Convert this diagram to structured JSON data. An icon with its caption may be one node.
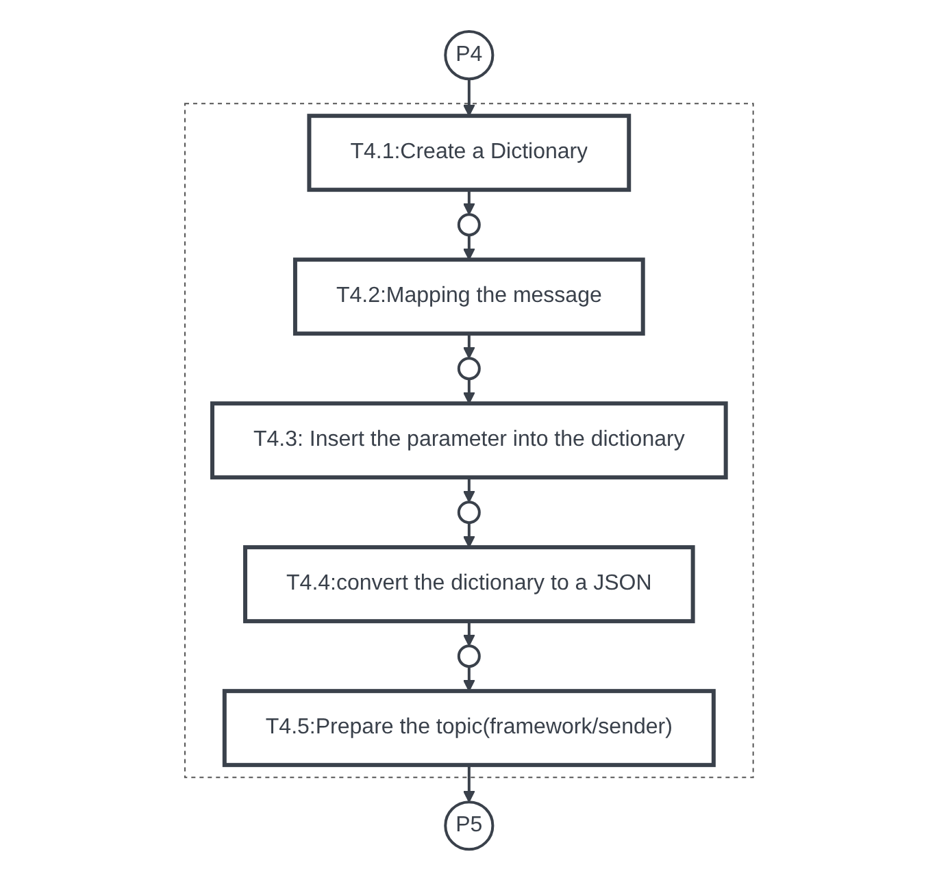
{
  "diagram": {
    "nodes": [
      {
        "text": [
          "P4"
        ]
      },
      {
        "text": [],
        "shape": "box"
      },
      {
        "text": [
          "T4.1:Create a Dictionary"
        ],
        "in": 1
      },
      {
        "text": [],
        "shape": "circle",
        "in": 1
      },
      {
        "text": [
          "T4.2:Mapping the message"
        ],
        "in": 1
      },
      {
        "text": [],
        "shape": "circle",
        "in": 1
      },
      {
        "text": [
          "T4.3: Insert the parameter into the dictionary"
        ],
        "in": 1
      },
      {
        "text": [],
        "shape": "circle",
        "in": 1
      },
      {
        "text": [
          "T4.4:convert the dictionary to a JSON"
        ],
        "in": 1
      },
      {
        "text": [],
        "shape": "circle",
        "in": 1
      },
      {
        "text": [
          "T4.5:Prepare the topic(framework/sender)"
        ],
        "in": 1
      },
      {
        "text": [
          "P5"
        ]
      }
    ],
    "edges": [
      {
        "from": 0,
        "to": 2,
        "arrow": "to"
      },
      {
        "from": 2,
        "to": 3,
        "arrow": "to"
      },
      {
        "from": 3,
        "to": 4,
        "arrow": "to"
      },
      {
        "from": 4,
        "to": 5,
        "arrow": "to"
      },
      {
        "from": 5,
        "to": 6,
        "arrow": "to"
      },
      {
        "from": 6,
        "to": 7,
        "arrow": "to"
      },
      {
        "from": 7,
        "to": 8,
        "arrow": "to"
      },
      {
        "from": 8,
        "to": 9,
        "arrow": "to"
      },
      {
        "from": 9,
        "to": 10,
        "arrow": "to"
      },
      {
        "from": 10,
        "to": 11,
        "arrow": "to"
      }
    ]
  }
}
